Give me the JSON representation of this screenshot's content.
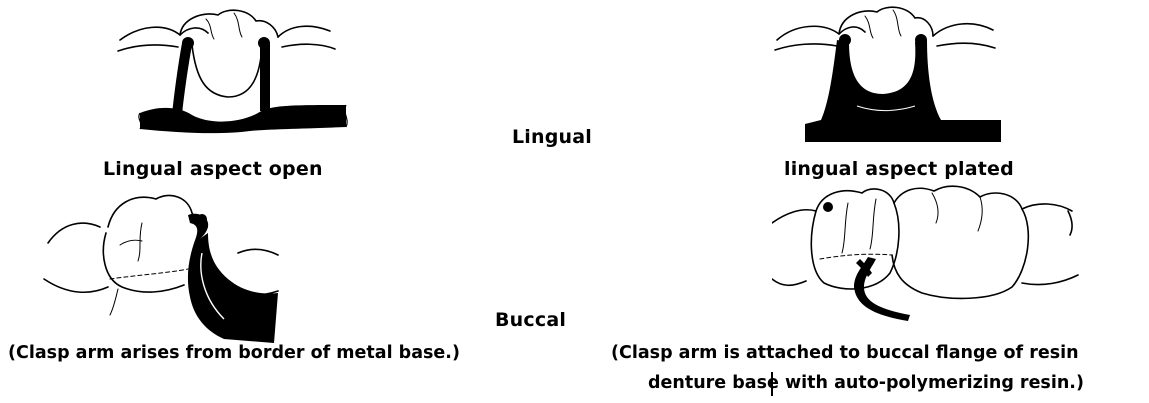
{
  "labels": {
    "lingual": "Lingual",
    "buccal": "Buccal"
  },
  "captions": {
    "top_left": "Lingual aspect open",
    "top_right": "lingual aspect plated",
    "bottom_left": "(Clasp arm arises from border of metal base.)",
    "bottom_right_line1": "(Clasp arm is attached to buccal flange of resin",
    "bottom_right_line2": "denture base with auto-polymerizing resin.)"
  },
  "colors": {
    "ink": "#000000",
    "background": "#ffffff"
  },
  "figures": [
    "lingual-open-drawing",
    "lingual-plated-drawing",
    "buccal-metal-base-drawing",
    "buccal-resin-flange-drawing"
  ]
}
